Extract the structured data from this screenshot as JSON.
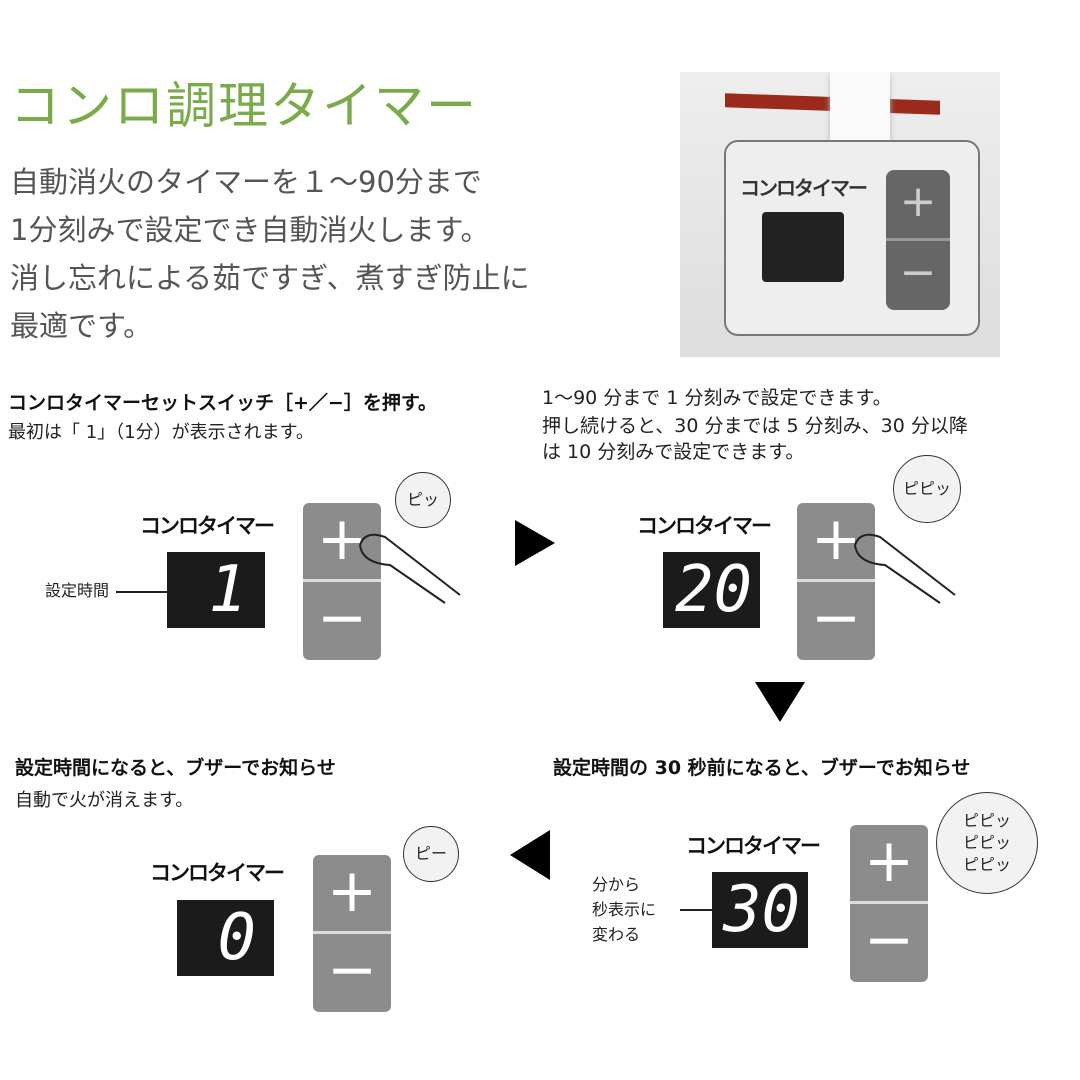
{
  "title": "コンロ調理タイマー",
  "intro": "自動消火のタイマーを１～90分まで\n1分刻みで設定でき自動消火します。\n消し忘れによる茹ですぎ、煮すぎ防止に\n最適です。",
  "photo": {
    "label": "コンロタイマー",
    "plus": "+",
    "minus": "−"
  },
  "steps": [
    {
      "heading": "コンロタイマーセットスイッチ［+／−］を押す。",
      "sub": "最初は「 1」（1分）が表示されます。",
      "timer_label": "コンロタイマー",
      "display": "1",
      "callout": "設定時間",
      "bubble": "ピッ",
      "plus": "+",
      "minus": "−"
    },
    {
      "heading": "1～90 分まで 1 分刻みで設定できます。",
      "sub": "押し続けると、30 分までは 5 分刻み、30 分以降\nは 10 分刻みで設定できます。",
      "timer_label": "コンロタイマー",
      "display": "20",
      "bubble": "ピピッ",
      "plus": "+",
      "minus": "−"
    },
    {
      "heading": "設定時間の 30 秒前になると、ブザーでお知らせ",
      "timer_label": "コンロタイマー",
      "display": "30",
      "callout": "分から\n秒表示に\n変わる",
      "bubble": "ピピッ\nピピッ\nピピッ",
      "plus": "+",
      "minus": "−"
    },
    {
      "heading": "設定時間になると、ブザーでお知らせ",
      "sub": "自動で火が消えます。",
      "timer_label": "コンロタイマー",
      "display": "0",
      "bubble": "ピー",
      "plus": "+",
      "minus": "−"
    }
  ],
  "colors": {
    "title": "#7aab4a",
    "display": "#1b1b1b",
    "button": "#8c8c8c"
  }
}
